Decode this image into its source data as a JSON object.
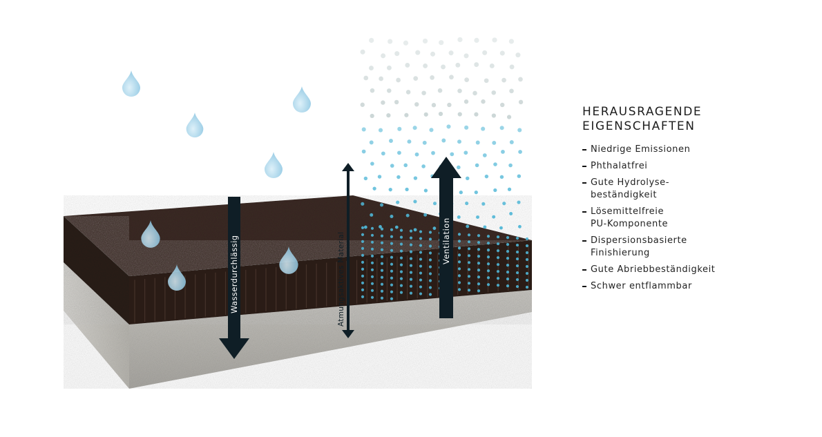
{
  "diagram": {
    "arrows": {
      "water": "Wasserdurchlässig",
      "breathable": "Atmungsaktives Material",
      "ventilation": "Ventilation"
    },
    "colors": {
      "surface": "#3a2a22",
      "side": "#2b1d17",
      "base": "#c9c7c1",
      "arrow": "#0f1e26",
      "droplet": "#a9d6ec",
      "particle": "#4fb6d6"
    }
  },
  "panel": {
    "title_line1": "HERAUSRAGENDE",
    "title_line2": "EIGENSCHAFTEN",
    "items": [
      "Niedrige Emissionen",
      "Phthalatfrei",
      "Gute Hydrolyse-\nbeständigkeit",
      "Lösemittelfreie\nPU-Komponente",
      "Dispersionsbasierte\nFinishierung",
      "Gute Abriebbeständigkeit",
      "Schwer entflammbar"
    ]
  }
}
